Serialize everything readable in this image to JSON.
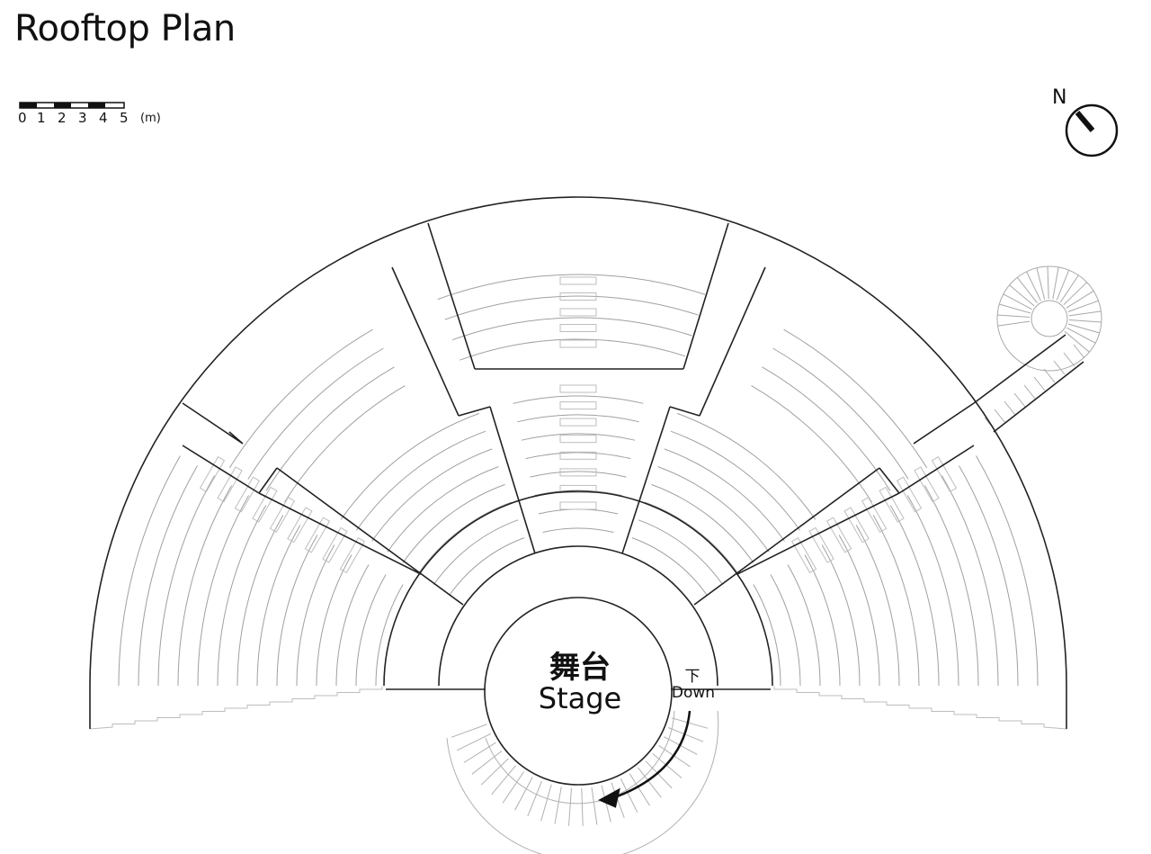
{
  "title": "Rooftop Plan",
  "scale": {
    "ticks": [
      "0",
      "1",
      "2",
      "3",
      "4",
      "5"
    ],
    "unit": "(m)"
  },
  "north": {
    "label": "N"
  },
  "stage": {
    "label_zh": "舞台",
    "label_en": "Stage"
  },
  "stairs": {
    "label_zh": "下",
    "label_en": "Down"
  },
  "colors": {
    "line": "#222222",
    "seat_line": "#9a9a9a",
    "background": "#ffffff"
  }
}
